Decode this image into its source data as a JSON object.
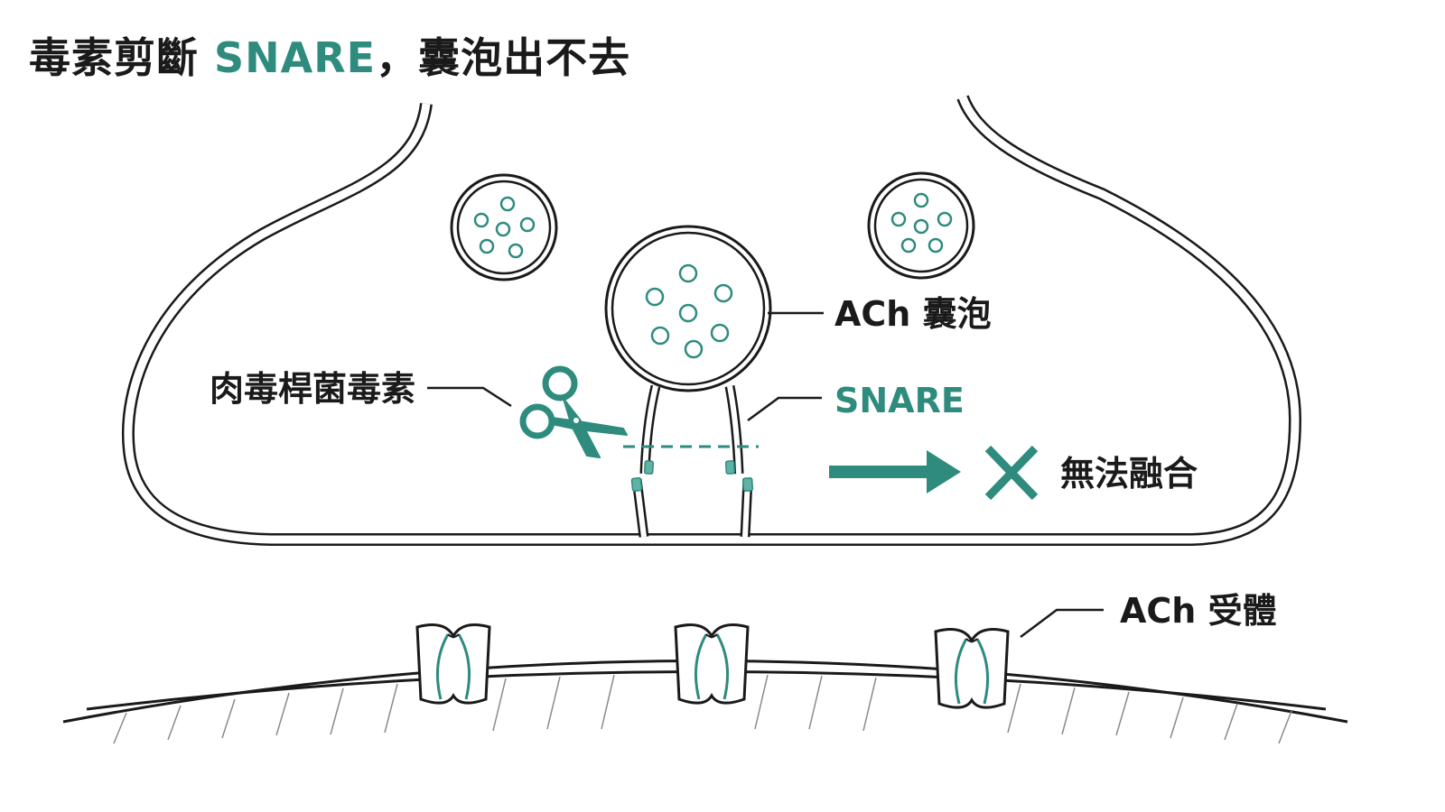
{
  "title": {
    "prefix": "毒素剪斷 ",
    "highlight": "SNARE",
    "suffix": "，囊泡出不去"
  },
  "labels": {
    "vesicle": "ACh 囊泡",
    "toxin": "肉毒桿菌毒素",
    "snare": "SNARE",
    "no_fusion": "無法融合",
    "receptor": "ACh 受體"
  },
  "colors": {
    "accent": "#2e8b7e",
    "stroke": "#1a1a1a",
    "receptor_fill": "#e3f1ee",
    "background": "#ffffff"
  },
  "icons": {
    "toxin": "scissors-icon",
    "block": "cross-icon",
    "direction": "arrow-right-icon"
  }
}
